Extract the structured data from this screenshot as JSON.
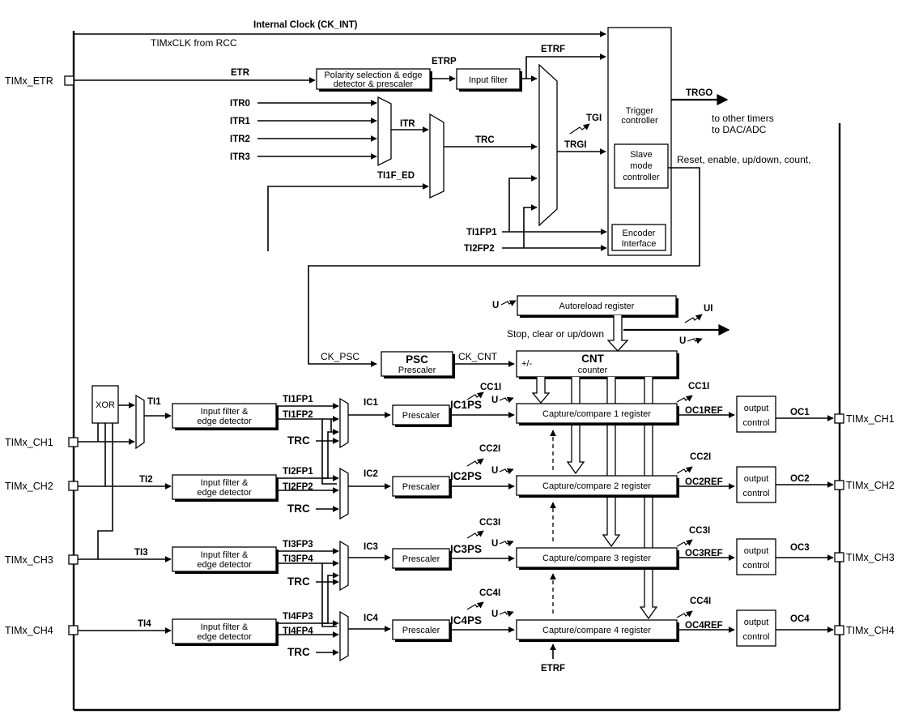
{
  "pins": {
    "etr": "TIMx_ETR",
    "ch1_in": "TIMx_CH1",
    "ch2_in": "TIMx_CH2",
    "ch3_in": "TIMx_CH3",
    "ch4_in": "TIMx_CH4",
    "ch1_out": "TIMx_CH1",
    "ch2_out": "TIMx_CH2",
    "ch3_out": "TIMx_CH3",
    "ch4_out": "TIMx_CH4"
  },
  "clock": {
    "internal": "Internal Clock (CK_INT)",
    "from_rcc": "TIMxCLK from RCC"
  },
  "signals": {
    "etr": "ETR",
    "etrp": "ETRP",
    "etrf": "ETRF",
    "etrf_bottom": "ETRF",
    "itr0": "ITR0",
    "itr1": "ITR1",
    "itr2": "ITR2",
    "itr3": "ITR3",
    "itr": "ITR",
    "trc": "TRC",
    "ti1f_ed": "TI1F_ED",
    "tgi": "TGI",
    "trgi": "TRGI",
    "trgo": "TRGO",
    "ti1fp1_enc": "TI1FP1",
    "ti2fp2_enc": "TI2FP2",
    "ck_psc": "CK_PSC",
    "ck_cnt": "CK_CNT",
    "u_auto": "U",
    "ui": "UI",
    "u_out": "U",
    "plusminus": "+/-",
    "ti1": "TI1",
    "ti2": "TI2",
    "ti3": "TI3",
    "ti4": "TI4",
    "ti1fp1": "TI1FP1",
    "ti1fp2": "TI1FP2",
    "ti2fp1": "TI2FP1",
    "ti2fp2": "TI2FP2",
    "ti3fp3": "TI3FP3",
    "ti3fp4": "TI3FP4",
    "ti4fp3": "TI4FP3",
    "ti4fp4": "TI4FP4",
    "trc1": "TRC",
    "trc2": "TRC",
    "trc3": "TRC",
    "trc4": "TRC",
    "ic1": "IC1",
    "ic2": "IC2",
    "ic3": "IC3",
    "ic4": "IC4",
    "ic1ps": "IC1PS",
    "ic2ps": "IC2PS",
    "ic3ps": "IC3PS",
    "ic4ps": "IC4PS",
    "cc1i_in": "CC1I",
    "cc2i_in": "CC2I",
    "cc3i_in": "CC3I",
    "cc4i_in": "CC4I",
    "cc1i_out": "CC1I",
    "cc2i_out": "CC2I",
    "cc3i_out": "CC3I",
    "cc4i_out": "CC4I",
    "u1": "U",
    "u2": "U",
    "u3": "U",
    "u4": "U",
    "oc1ref": "OC1REF",
    "oc2ref": "OC2REF",
    "oc3ref": "OC3REF",
    "oc4ref": "OC4REF",
    "oc1": "OC1",
    "oc2": "OC2",
    "oc3": "OC3",
    "oc4": "OC4"
  },
  "notes": {
    "other_timers_1": "to other timers",
    "other_timers_2": "to DAC/ADC",
    "reset_enable": "Reset, enable, up/down, count,",
    "stop_clear": "Stop, clear or up/down"
  },
  "blocks": {
    "polarity_1": "Polarity selection & edge",
    "polarity_2": "detector & prescaler",
    "input_filter": "Input filter",
    "trigger_1": "Trigger",
    "trigger_2": "controller",
    "slave_1": "Slave",
    "slave_2": "mode",
    "slave_3": "controller",
    "encoder_1": "Encoder",
    "encoder_2": "Interface",
    "autoreload": "Autoreload register",
    "psc_1": "PSC",
    "psc_2": "Prescaler",
    "cnt_1": "CNT",
    "cnt_2": "counter",
    "xor": "XOR",
    "ifed1_a": "Input filter &",
    "ifed1_b": "edge detector",
    "ifed2_a": "Input filter &",
    "ifed2_b": "edge detector",
    "ifed3_a": "Input filter &",
    "ifed3_b": "edge detector",
    "ifed4_a": "Input filter &",
    "ifed4_b": "edge detector",
    "presc1": "Prescaler",
    "presc2": "Prescaler",
    "presc3": "Prescaler",
    "presc4": "Prescaler",
    "cc1": "Capture/compare 1 register",
    "cc2": "Capture/compare 2 register",
    "cc3": "Capture/compare 3 register",
    "cc4": "Capture/compare 4 register",
    "outctl1_a": "output",
    "outctl1_b": "control",
    "outctl2_a": "output",
    "outctl2_b": "control",
    "outctl3_a": "output",
    "outctl3_b": "control",
    "outctl4_a": "output",
    "outctl4_b": "control"
  }
}
